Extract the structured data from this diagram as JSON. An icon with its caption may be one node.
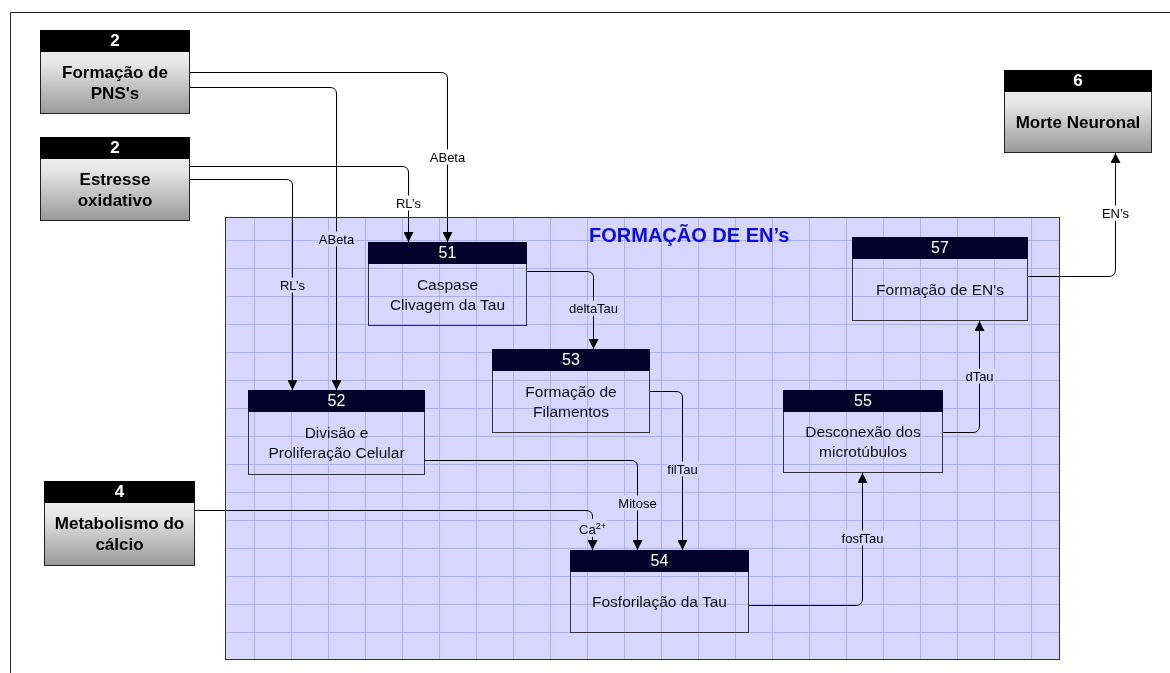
{
  "diagram": {
    "nodes": [
      {
        "text": [
          "2",
          "Formação de PNS's"
        ]
      },
      {
        "text": [
          "2",
          "Estresse oxidativo"
        ]
      },
      {
        "text": [
          "4",
          "Metabolismo do cálcio"
        ]
      },
      {
        "text": [
          "6",
          "Morte Neuronal"
        ]
      },
      {
        "text": [
          "FORMAÇÃO DE EN’s"
        ]
      },
      {
        "text": [
          "51",
          "Caspase Clivagem da Tau"
        ],
        "in": 4
      },
      {
        "text": [
          "57",
          "Formação de EN's"
        ],
        "in": 4
      },
      {
        "text": [
          "53",
          "Formação de Filamentos"
        ],
        "in": 4
      },
      {
        "text": [
          "52",
          "Divisão e Proliferação Celular"
        ],
        "in": 4
      },
      {
        "text": [
          "55",
          "Desconexão dos microtúbulos"
        ],
        "in": 4
      },
      {
        "text": [
          "54",
          "Fosforilação da Tau"
        ],
        "in": 4
      }
    ],
    "edges": [
      {
        "from": 0,
        "to": 5,
        "arrow": "to",
        "label": "ABeta"
      },
      {
        "from": 0,
        "to": 8,
        "arrow": "to",
        "label": "ABeta"
      },
      {
        "from": 1,
        "to": 5,
        "arrow": "to",
        "label": "RL’s"
      },
      {
        "from": 1,
        "to": 8,
        "arrow": "to",
        "label": "RL’s"
      },
      {
        "from": 5,
        "to": 7,
        "arrow": "to",
        "label": "deltaTau"
      },
      {
        "from": 7,
        "to": 10,
        "arrow": "to",
        "label": "filTau"
      },
      {
        "from": 8,
        "to": 10,
        "arrow": "to",
        "label": "Mitose"
      },
      {
        "from": 2,
        "to": 10,
        "arrow": "to",
        "label": "Ca$^{2+}$"
      },
      {
        "from": 10,
        "to": 9,
        "arrow": "to",
        "label": "fosfTau"
      },
      {
        "from": 9,
        "to": 6,
        "arrow": "to",
        "label": "dTau"
      },
      {
        "from": 6,
        "to": 3,
        "arrow": "to",
        "label": "EN’s"
      }
    ]
  }
}
